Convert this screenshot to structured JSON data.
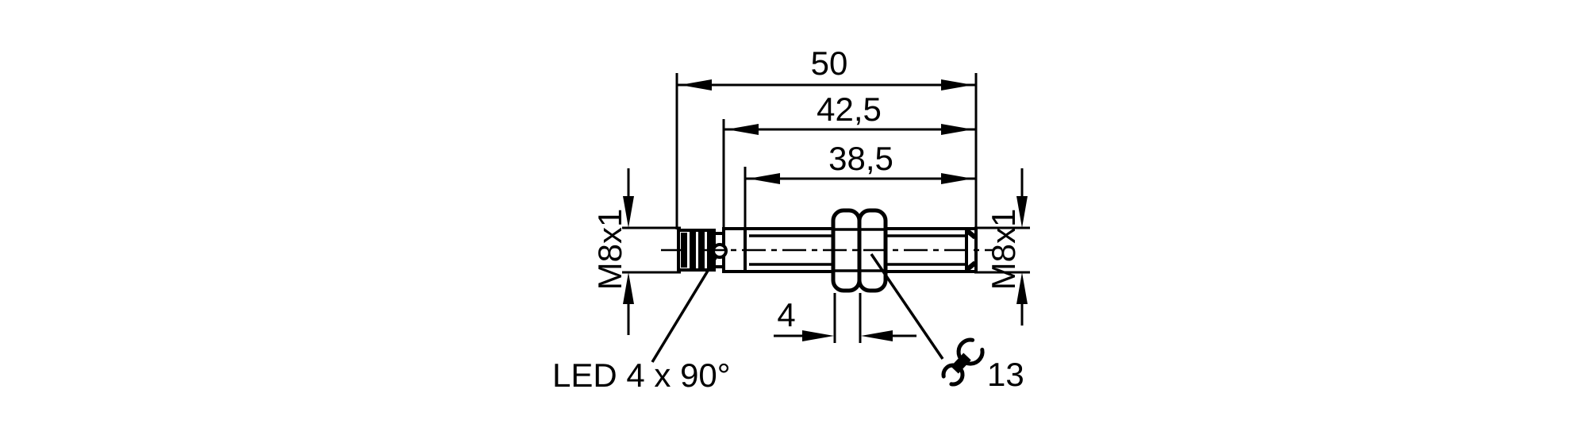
{
  "page": {
    "background": "#ffffff",
    "line_color": "#000000"
  },
  "drawing": {
    "kind": "sensor-dimensional-drawing",
    "labels": {
      "overall_length": "50",
      "housing_length": "42,5",
      "thread_length": "38,5",
      "thread_size_left": "M8x1",
      "thread_size_right": "M8x1",
      "nut_thickness": "4",
      "wrench_size": "13",
      "led_note": "LED 4 x 90°"
    }
  }
}
